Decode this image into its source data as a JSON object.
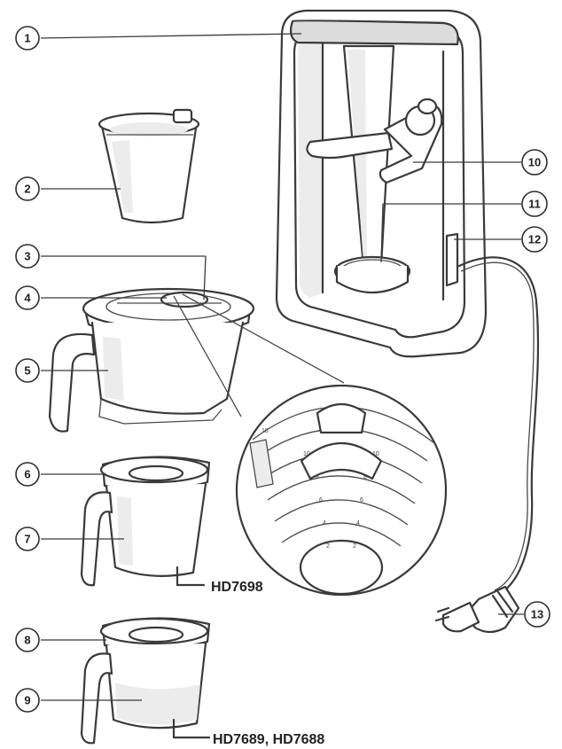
{
  "callouts": [
    {
      "num": "1"
    },
    {
      "num": "2"
    },
    {
      "num": "3"
    },
    {
      "num": "4"
    },
    {
      "num": "5"
    },
    {
      "num": "6"
    },
    {
      "num": "7"
    },
    {
      "num": "8"
    },
    {
      "num": "9"
    },
    {
      "num": "10"
    },
    {
      "num": "11"
    },
    {
      "num": "12"
    },
    {
      "num": "13"
    }
  ],
  "models": {
    "thermal_jug": "HD7698",
    "glass_jug": "HD7689, HD7688"
  },
  "colors": {
    "line": "#3a3a3a",
    "shade": "#ececec",
    "background": "#ffffff"
  }
}
